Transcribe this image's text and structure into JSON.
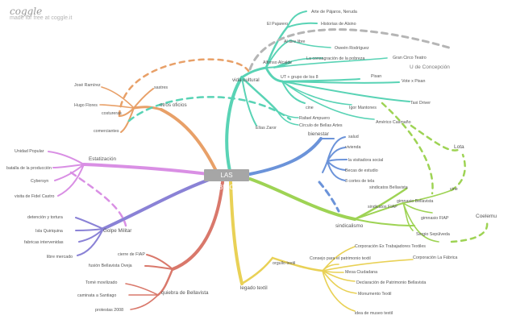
{
  "app": {
    "brand": "coggle",
    "tagline": "made for free at coggle.it"
  },
  "map": {
    "root": "LAS FABRICAS",
    "colors": {
      "teal": "#59d3b5",
      "orange": "#e8a068",
      "violet": "#d98fe4",
      "purple": "#8a82d6",
      "salmon": "#d9786b",
      "yellow": "#e9d156",
      "blue": "#6b93d9",
      "green": "#9ed354",
      "gray": "#b5b5b5"
    },
    "branches": {
      "vida_cultural": {
        "label": "vida cultural",
        "children": {
          "el_pajarero": "El Pajarero",
          "arte_pajaros": "Arte de Pájaros, Neruda",
          "historias_alsino": "Historias de Alsino",
          "al_aire_libre": "Al aire libre",
          "oveja_rodriguez": "Oweén Rodríguez",
          "alfonso": "Alfonso Alcalde",
          "consagracion": "La consagración de la pobreza",
          "gran_circo": "Gran Circo Teatro",
          "ut_grupo": "UT + grupo de los 8",
          "pisan": "Pisan",
          "vote_pisan": "Vote x Pisan",
          "cine": "cine",
          "taxi_driver": "Taxi Driver",
          "igor": "Igor Mantones",
          "americo": "Américo Casmaño",
          "rafael": "Rafael Ampuero",
          "circulo": "Círculo de Bellas Artes",
          "elias": "Elías Zaror"
        }
      },
      "u_concepcion": "U de Concepción",
      "otros_oficios": {
        "label": "otros oficios",
        "children": {
          "jose": "José Ramírez",
          "sastres": "sastres",
          "hugo": "Hugo Flores",
          "costureras": "costureras",
          "comerciantes": "comerciantes"
        }
      },
      "estatizacion": {
        "label": "Estatización",
        "children": {
          "up": "Unidad Popular",
          "batalla": "batalla de la producción",
          "cybersyn": "Cybersyn",
          "visita": "visita de Fidel Castro"
        }
      },
      "golpe": {
        "label": "Golpe Militar",
        "children": {
          "detencion": "detención y tortura",
          "isla": "Isla Quiriquina",
          "intervenidas": "fabricas intervenidas",
          "libre": "libre mercado"
        }
      },
      "quiebra": {
        "label": "quiebra de Bellavista",
        "children": {
          "cierre": "cierre de FIAP",
          "fusion": "fusión Bellavista Oveja",
          "tome": "Tomé movilizado",
          "caminata": "caminata a Santiago",
          "protestas": "protestas 2008"
        }
      },
      "legado": {
        "label": "legado textil",
        "children": {
          "orgullo": "orgullo textil",
          "corporacion": "Corporación Ex Trabajadores Textiles",
          "corp_fabrica": "Corporación La Fábrica",
          "consejo": "Consejo para el patrimonio textil",
          "mesa": "Mesa Ciudadana",
          "declaracion": "Declaración de Patrimonio Bellavista",
          "monumento": "Monumento Textil",
          "idea": "idea de museo textil"
        }
      },
      "bienestar": {
        "label": "bienestar",
        "children": {
          "salud": "salud",
          "vivienda": "vivienda",
          "visitadora": "la visitadora social",
          "becas": "Becas de estudio",
          "cortes": "3 cortes de tela"
        }
      },
      "sindicalismo": {
        "label": "sindicalismo",
        "children": {
          "sind_bellavista": "sindicatos Bellavista",
          "gimnasio_bv": "gimnasio Bellavista",
          "sind_fiap": "sindicatos FIAP",
          "gimnasio_fiap": "gimnasio FIAP",
          "sergio": "Sergio Sepúlveda",
          "cine2": "cine",
          "lota": "Lota",
          "coelemu": "Coelemu"
        }
      }
    }
  }
}
